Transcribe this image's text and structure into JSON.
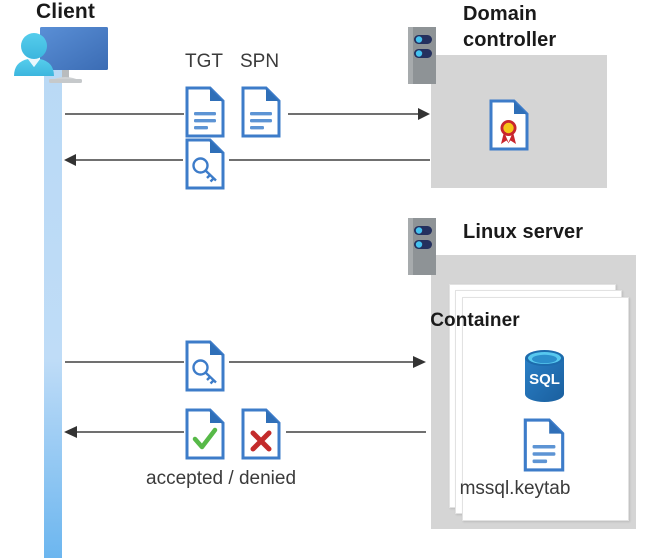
{
  "diagram": {
    "type": "sequence-architecture-diagram",
    "title_client": "Client",
    "title_domain_controller": "Domain\ncontroller",
    "title_domain_controller_line1": "Domain",
    "title_domain_controller_line2": "controller",
    "title_linux_server": "Linux server",
    "title_container": "Container",
    "label_tgt": "TGT",
    "label_spn": "SPN",
    "label_accepted_denied": "accepted / denied",
    "label_keytab_file": "mssql.keytab",
    "icons": {
      "client": "user-with-monitor-icon",
      "server_rack": "server-rack-icon",
      "certificate_doc": "certificate-document-icon",
      "tgt_doc": "text-document-icon",
      "spn_doc": "text-document-icon",
      "ticket_key_doc": "key-document-icon",
      "accepted_doc": "checkmark-document-icon",
      "denied_doc": "cross-document-icon",
      "sql_database": "sql-database-icon",
      "keytab_doc": "text-document-icon"
    },
    "flows": [
      {
        "name": "client-to-dc-request",
        "direction": "right",
        "from": "Client",
        "to": "Domain controller",
        "carries": [
          "TGT",
          "SPN"
        ]
      },
      {
        "name": "dc-to-client-ticket",
        "direction": "left",
        "from": "Domain controller",
        "to": "Client",
        "carries": [
          "service ticket"
        ]
      },
      {
        "name": "client-to-linux-request",
        "direction": "right",
        "from": "Client",
        "to": "Linux server",
        "carries": [
          "service ticket"
        ]
      },
      {
        "name": "linux-to-client-result",
        "direction": "left",
        "from": "Linux server",
        "to": "Client",
        "carries": [
          "accepted / denied"
        ]
      }
    ],
    "colors": {
      "doc_blue": "#3d7cc9",
      "doc_fold_blue": "#2f6fb8",
      "box_gray": "#d5d5d5",
      "server_gray": "#8e9396",
      "server_slot_navy": "#24305e",
      "server_slot_cyan": "#45c3f0",
      "lifeline_blue": "#bcdaf6",
      "monitor_blue": "#4a80c8",
      "person_cyan": "#4bc5e8",
      "check_green": "#57b948",
      "cross_red": "#c32b2b",
      "ribbon_red": "#c9252d",
      "ribbon_gold": "#f5c518",
      "sql_blue": "#1f6fb8",
      "arrow_gray": "#3a3a3a",
      "text_dark": "#1a1a1a"
    }
  }
}
